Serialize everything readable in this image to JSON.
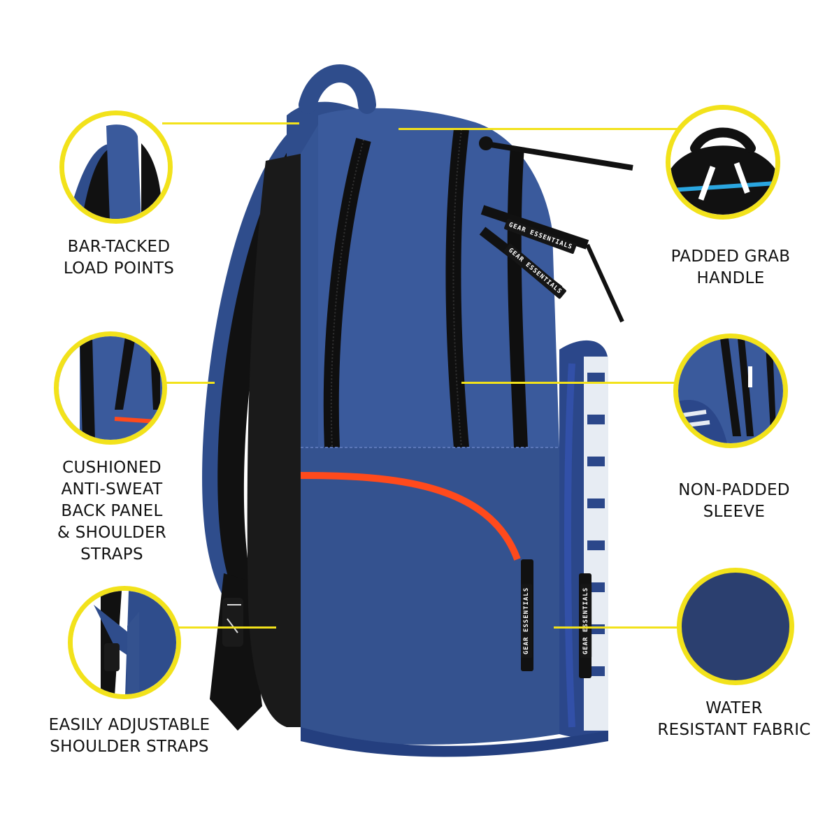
{
  "product": {
    "brand_text": "GEAR ESSENTIALS",
    "colors": {
      "highlight_yellow": "#f2e21b",
      "body_blue": "#2f4d8c",
      "body_blue_light": "#3a5a9c",
      "strap_black": "#111111",
      "zipper_orange": "#ff4a1c",
      "handle_accent_blue": "#2aa6e0"
    }
  },
  "features": [
    {
      "id": "bar-tacked",
      "label": "BAR-TACKED\nLOAD POINTS"
    },
    {
      "id": "back-panel",
      "label": "CUSHIONED\nANTI-SWEAT\nBACK PANEL\n& SHOULDER\nSTRAPS"
    },
    {
      "id": "adjustable-straps",
      "label": "EASILY ADJUSTABLE\nSHOULDER STRAPS"
    },
    {
      "id": "grab-handle",
      "label": "PADDED GRAB\nHANDLE"
    },
    {
      "id": "sleeve",
      "label": "NON-PADDED\nSLEEVE"
    },
    {
      "id": "fabric",
      "label": "WATER\nRESISTANT FABRIC"
    }
  ]
}
